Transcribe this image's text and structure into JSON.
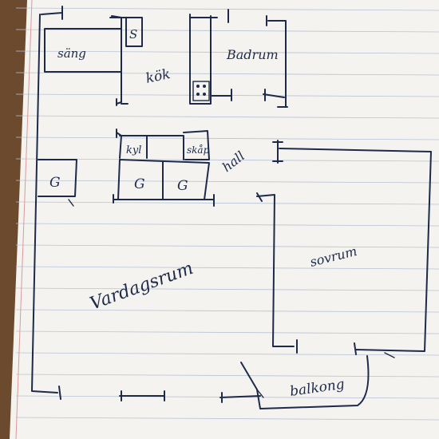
{
  "plan": {
    "rooms": {
      "bedroom_top": "säng",
      "storage": "S",
      "kitchen": "kök",
      "bathroom": "Badrum",
      "fridge": "kyl",
      "closet": "skåp",
      "hall": "hall",
      "wardrobe_left": "G",
      "wardrobe_mid": "G",
      "wardrobe_right": "G",
      "living_room": "Vardagsrum",
      "bedroom": "sovrum",
      "balcony": "balkong"
    }
  },
  "colors": {
    "paper": "#f4f3ef",
    "ink": "#1d2a4a",
    "rule": "#b9c3d6",
    "margin_line": "#d99a9a",
    "desk": "#6b4a2e"
  }
}
